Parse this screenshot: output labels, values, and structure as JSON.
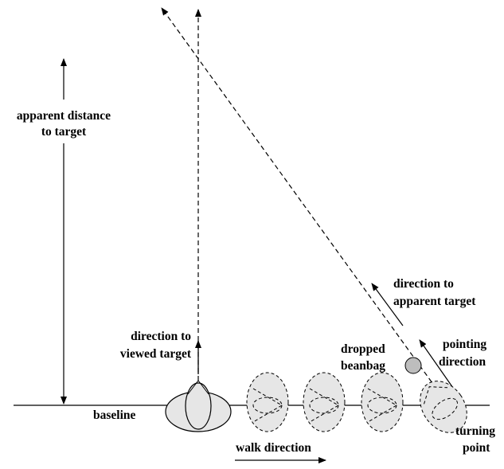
{
  "labels": {
    "apparent_distance_line1": "apparent distance",
    "apparent_distance_line2": "to target",
    "direction_viewed_line1": "direction to",
    "direction_viewed_line2": "viewed target",
    "direction_apparent_line1": "direction to",
    "direction_apparent_line2": "apparent target",
    "pointing_line1": "pointing",
    "pointing_line2": "direction",
    "dropped_line1": "dropped",
    "dropped_line2": "beanbag",
    "baseline": "baseline",
    "walk_direction": "walk direction",
    "turning_line1": "turning",
    "turning_line2": "point"
  },
  "colors": {
    "line": "#000000",
    "footprint_fill": "#e6e6e6",
    "beanbag_fill": "#bdbdbd"
  }
}
